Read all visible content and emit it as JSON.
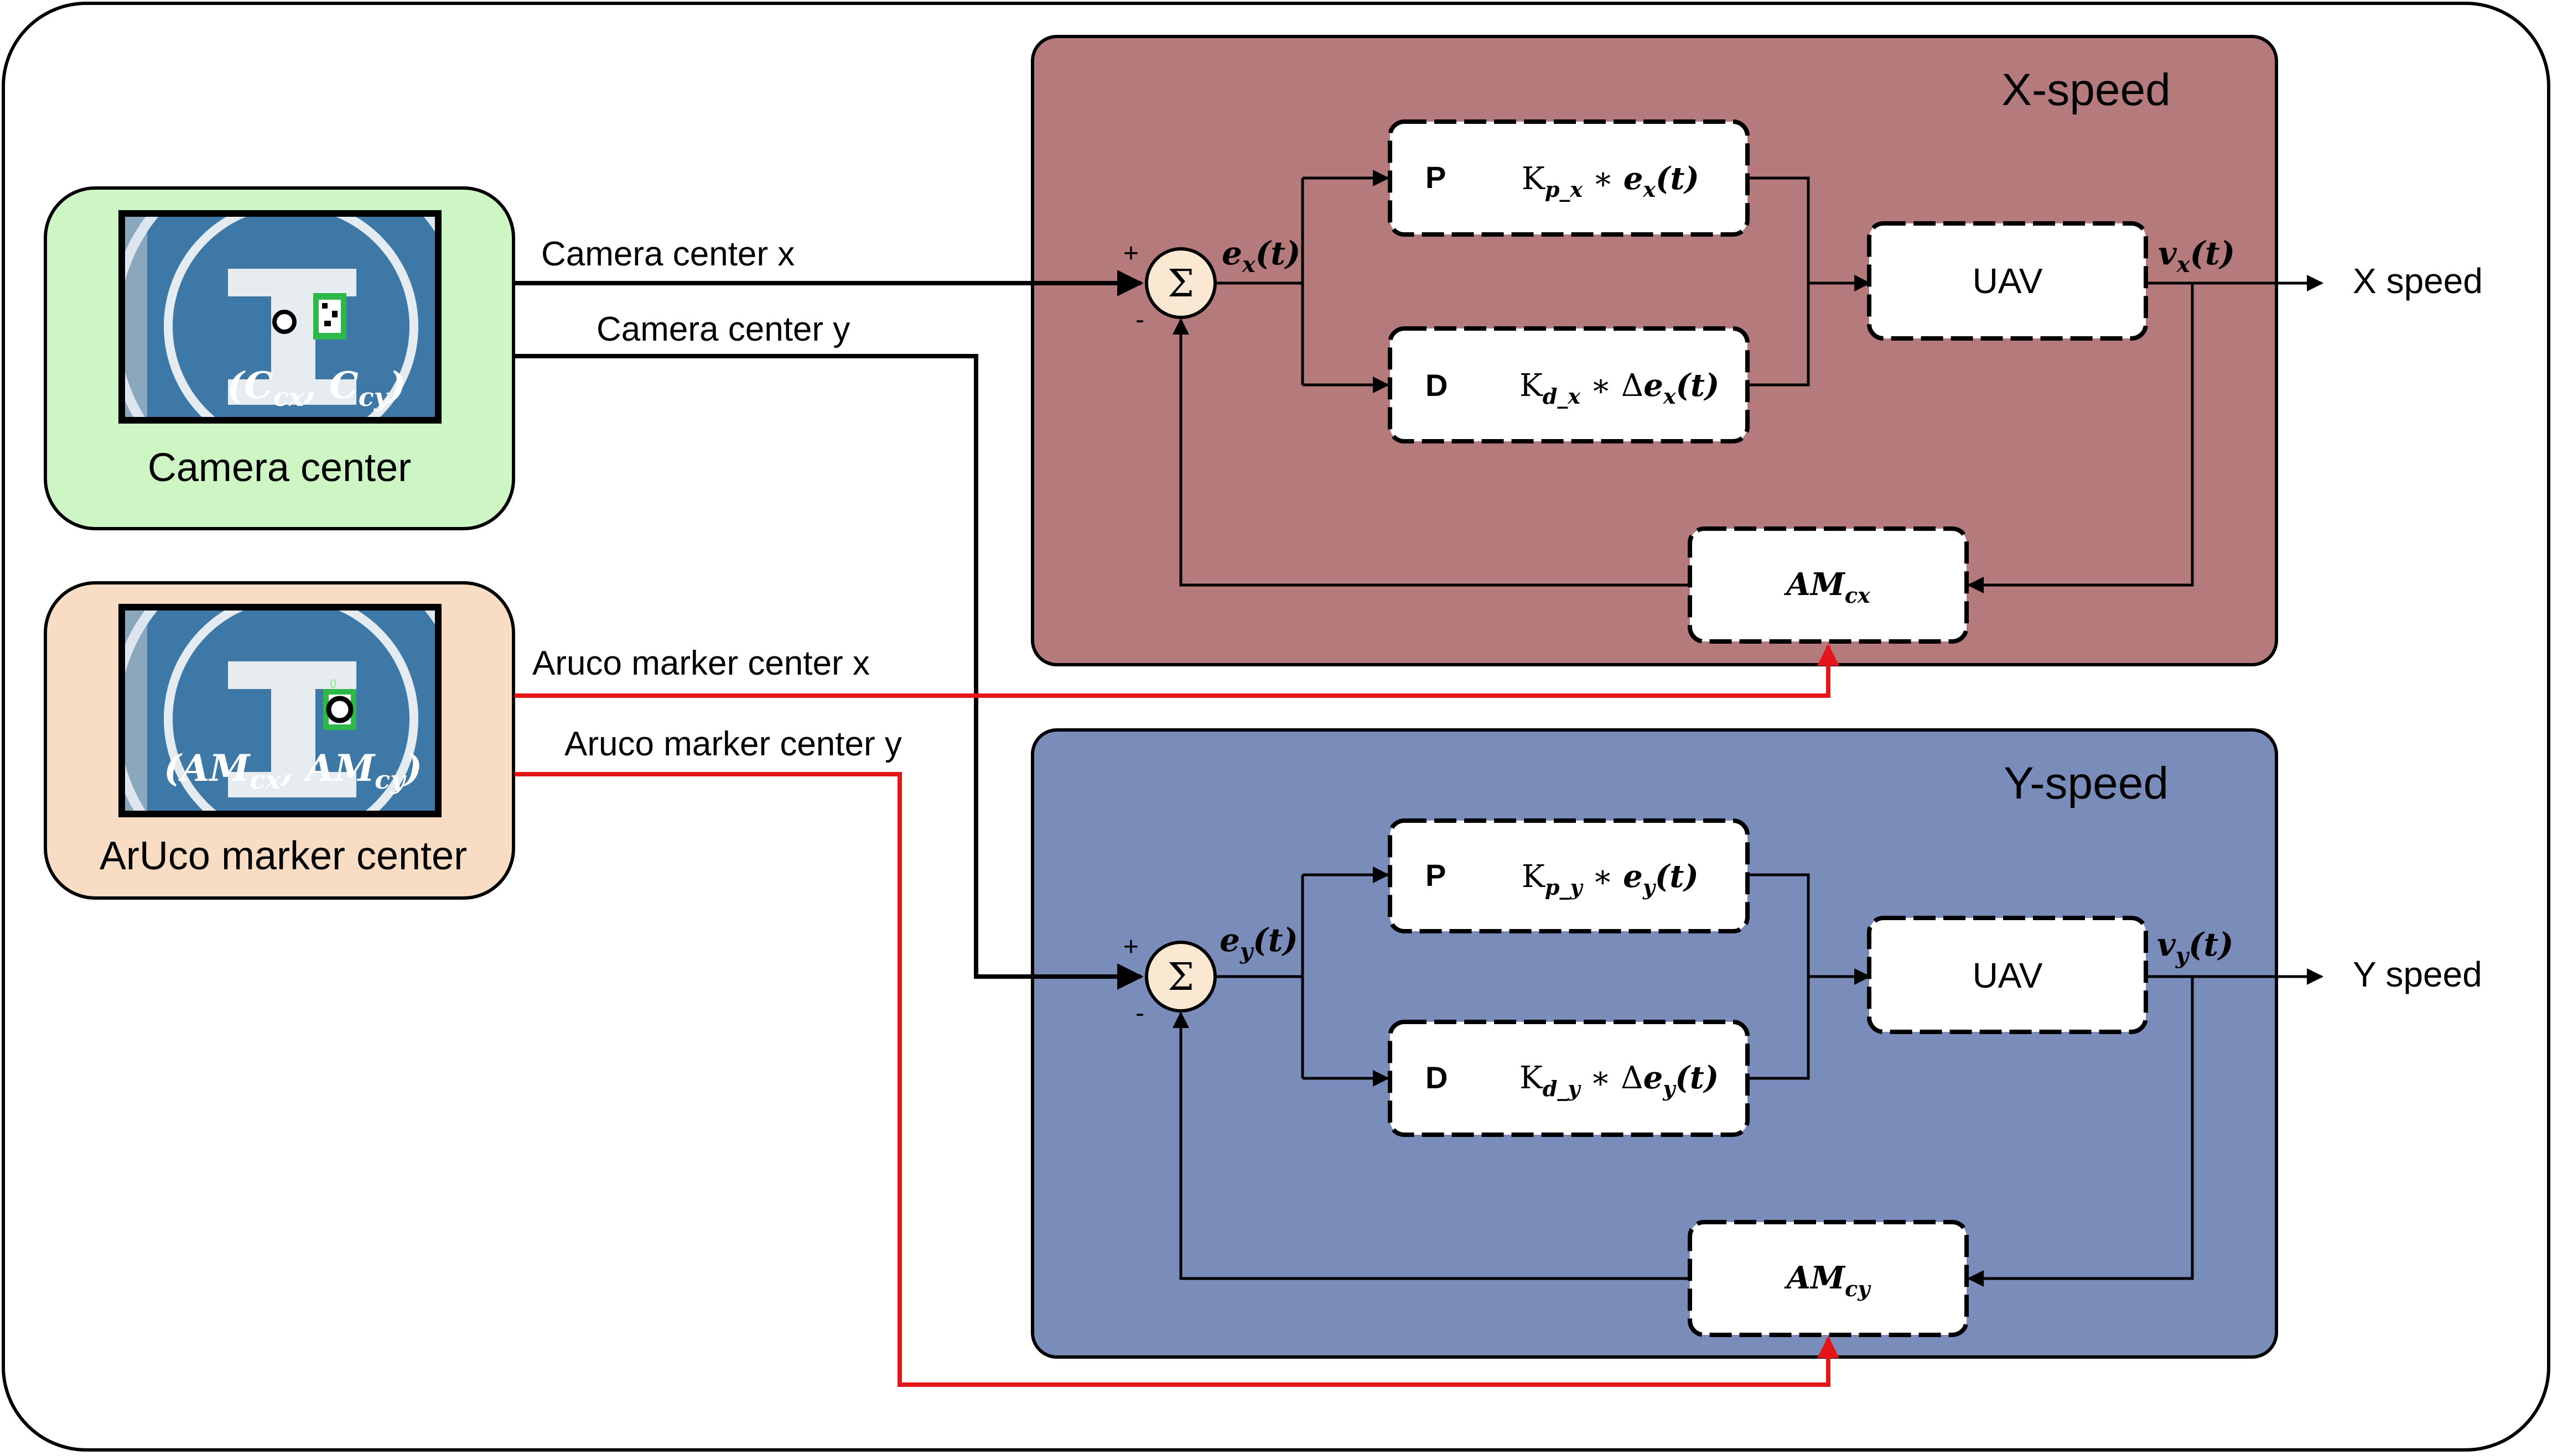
{
  "camera_panel": {
    "label": "Camera center",
    "coords": {
      "main": "(C",
      "sub1": "cx",
      "mid": ", C",
      "sub2": "cy",
      "close": ")"
    }
  },
  "marker_panel": {
    "label": "ArUco marker center",
    "coords": {
      "main": "(AM",
      "sub1": "cx",
      "mid": ", AM",
      "sub2": "cy",
      "close": ")"
    },
    "marker_id": "0"
  },
  "signals": {
    "cam_x": "Camera center x",
    "cam_y": "Camera center y",
    "aruco_x": "Aruco marker center x",
    "aruco_y": "Aruco marker center y"
  },
  "x_loop": {
    "title": "X-speed",
    "plus": "+",
    "minus": "-",
    "sum": "Σ",
    "error": {
      "base": "e",
      "sub": "x",
      "arg": "(t)"
    },
    "p_letter": "P",
    "p_formula": {
      "k": "K",
      "ksub": "p_x",
      "op": " ∗ ",
      "e": "e",
      "esub": "x",
      "arg": "(t)"
    },
    "d_letter": "D",
    "d_formula": {
      "k": "K",
      "ksub": "d_x",
      "op": " ∗ Δ",
      "e": "e",
      "esub": "x",
      "arg": "(t)"
    },
    "uav": "UAV",
    "velocity": {
      "base": "v",
      "sub": "x",
      "arg": "(t)"
    },
    "output": "X speed",
    "feedback": {
      "base": "AM",
      "sub": "cx"
    }
  },
  "y_loop": {
    "title": "Y-speed",
    "plus": "+",
    "minus": "-",
    "sum": "Σ",
    "error": {
      "base": "e",
      "sub": "y",
      "arg": "(t)"
    },
    "p_letter": "P",
    "p_formula": {
      "k": "K",
      "ksub": "p_y",
      "op": " ∗ ",
      "e": "e",
      "esub": "y",
      "arg": "(t)"
    },
    "d_letter": "D",
    "d_formula": {
      "k": "K",
      "ksub": "d_y",
      "op": " ∗ Δ",
      "e": "e",
      "esub": "y",
      "arg": "(t)"
    },
    "uav": "UAV",
    "velocity": {
      "base": "v",
      "sub": "y",
      "arg": "(t)"
    },
    "output": "Y speed",
    "feedback": {
      "base": "AM",
      "sub": "cy"
    }
  },
  "colors": {
    "x_panel": "#b57b7c",
    "y_panel": "#7a8cba",
    "camera_panel": "#cef5c4",
    "marker_panel": "#f8dcc3",
    "red_line": "#e5161a",
    "sum_fill": "#fbe8d3",
    "photo_blue": "#3d78a6"
  }
}
